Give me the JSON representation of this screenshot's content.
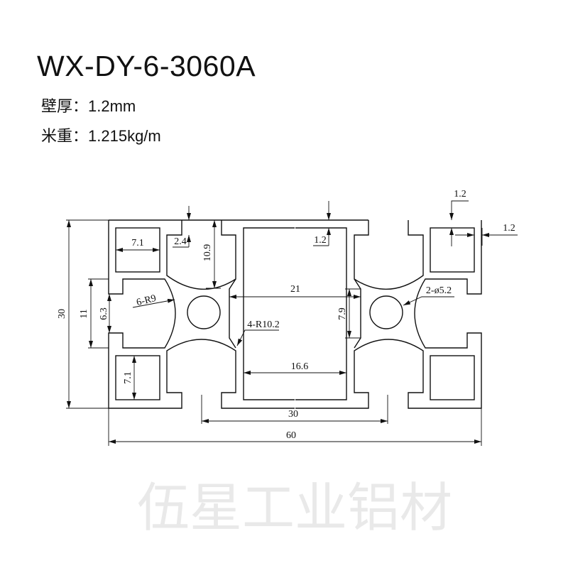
{
  "header": {
    "model": "WX-DY-6-3060A",
    "wall_thickness_label": "壁厚：",
    "wall_thickness_value": "1.2mm",
    "weight_label": "米重：",
    "weight_value": "1.215kg/m"
  },
  "watermark": "伍星工业铝材",
  "dimensions": {
    "height": "30",
    "slot_outer": "11",
    "slot_opening": "6.3",
    "hollow_width": "7.1",
    "hollow_height": "7.1",
    "top_lip": "2.4",
    "slot_depth": "10.9",
    "slot_radius": "6-R9",
    "center_width": "21",
    "center_gap": "7.9",
    "center_radius": "4-R10.2",
    "cavity_width": "16.6",
    "center_spacing": "30",
    "total_width": "60",
    "wall_center": "1.2",
    "wall_top_right": "1.2",
    "wall_right": "1.2",
    "hole": "2-ø5.2"
  }
}
